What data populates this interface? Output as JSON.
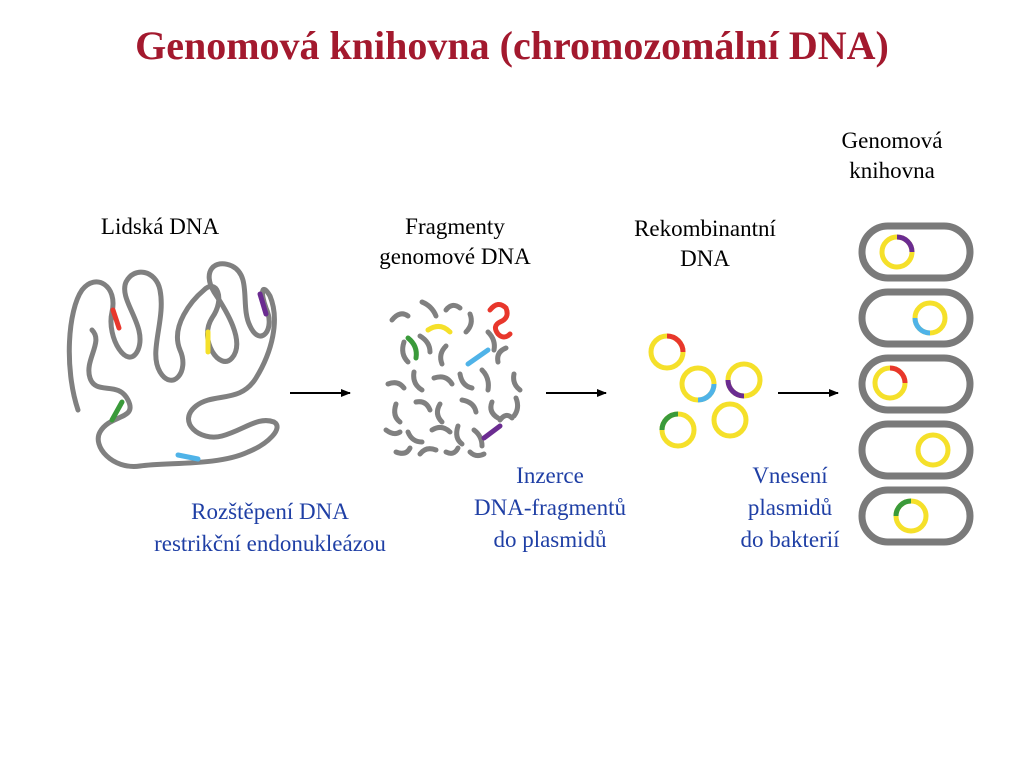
{
  "title": "Genomová knihovna (chromozomální DNA)",
  "labels": {
    "library": [
      "Genomová",
      "knihovna"
    ],
    "human_dna": "Lidská DNA",
    "fragments": [
      "Fragmenty",
      "genomové DNA"
    ],
    "recombinant": [
      "Rekombinantní",
      "DNA"
    ]
  },
  "steps": {
    "cleavage": [
      "Rozštěpení DNA",
      "restrikční endonukleázou"
    ],
    "insertion": [
      "Inzerce",
      "DNA-fragmentů",
      "do plasmidů"
    ],
    "transfer": [
      "Vnesení",
      "plasmidů",
      "do bakterií"
    ]
  },
  "colors": {
    "title": "#a3192e",
    "step_text": "#1f3fa5",
    "dna_strand": "#808080",
    "plasmid": "#f5e02a",
    "insert_red": "#e8372c",
    "insert_yellow": "#f5e02a",
    "insert_purple": "#6b2c91",
    "insert_green": "#3a9a3a",
    "insert_blue": "#4fb3e8"
  },
  "icons": [
    "arrow-right-icon",
    "plasmid-icon",
    "bacterium-icon"
  ]
}
